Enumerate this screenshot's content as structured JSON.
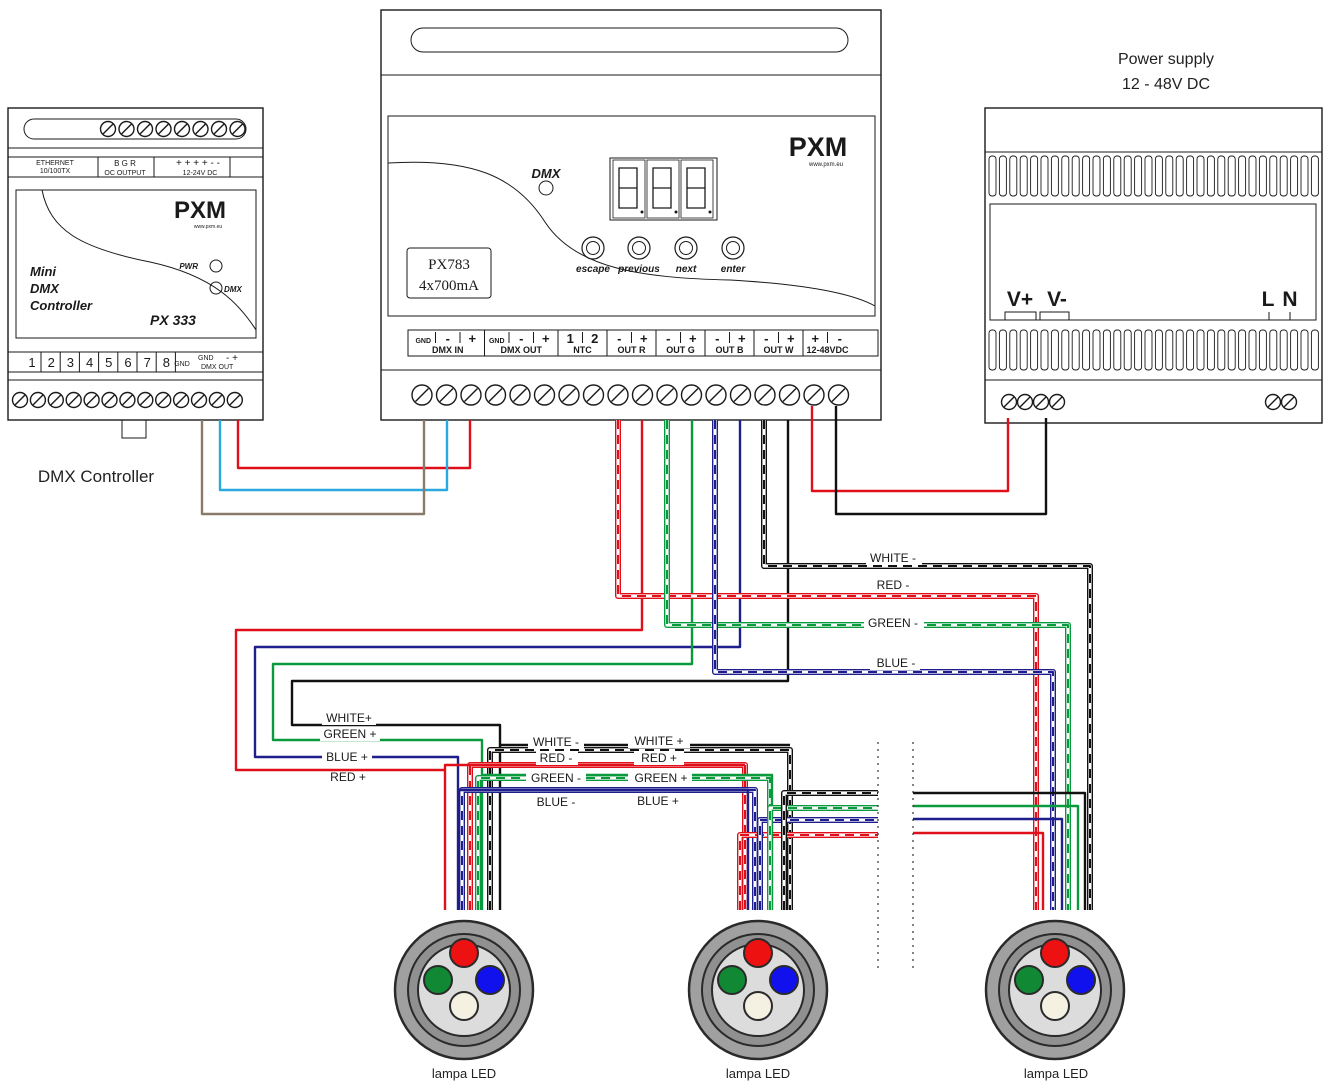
{
  "labels": {
    "power_supply": "Power supply",
    "power_range": "12 - 48V DC",
    "dmx_controller": "DMX Controller",
    "lamp": "lampa LED"
  },
  "small_controller": {
    "brand": "PXM",
    "brand_url": "www.pxm.eu",
    "title_lines": [
      "Mini",
      "DMX",
      "Controller"
    ],
    "model": "PX 333",
    "pwr": "PWR",
    "dmx": "DMX",
    "top_labels": {
      "ethernet": "ETHERNET",
      "ethernet_speed": "10/100TX",
      "bgr": "B  G  R",
      "oc_output": "OC OUTPUT",
      "power_range": "12-24V DC"
    },
    "bottom_labels": [
      "1",
      "2",
      "3",
      "4",
      "5",
      "6",
      "7",
      "8",
      "GND"
    ],
    "dmx_out_label": "DMX OUT"
  },
  "driver": {
    "brand": "PXM",
    "brand_url": "www.pxm.eu",
    "dmx_label": "DMX",
    "model": "PX783",
    "spec": "4x700mA",
    "buttons": [
      "escape",
      "previous",
      "next",
      "enter"
    ],
    "terminal_groups": [
      {
        "pins": [
          "GND",
          "-",
          "+"
        ],
        "name": "DMX IN"
      },
      {
        "pins": [
          "GND",
          "-",
          "+"
        ],
        "name": "DMX OUT"
      },
      {
        "pins": [
          "1",
          "2"
        ],
        "name": "NTC"
      },
      {
        "pins": [
          "-",
          "+"
        ],
        "name": "OUT R"
      },
      {
        "pins": [
          "-",
          "+"
        ],
        "name": "OUT G"
      },
      {
        "pins": [
          "-",
          "+"
        ],
        "name": "OUT B"
      },
      {
        "pins": [
          "-",
          "+"
        ],
        "name": "OUT W"
      },
      {
        "pins": [
          "+",
          "-"
        ],
        "name": "12-48VDC"
      }
    ]
  },
  "psu": {
    "v_plus": "V+",
    "v_minus": "V-",
    "l": "L",
    "n": "N"
  },
  "wire_labels": {
    "white_minus": "WHITE -",
    "red_minus": "RED -",
    "green_minus": "GREEN -",
    "blue_minus": "BLUE -",
    "white_plus": "WHITE+",
    "green_plus": "GREEN +",
    "blue_plus": "BLUE +",
    "red_plus": "RED +",
    "white_plus_2": "WHITE +",
    "red_plus_2": "RED +",
    "green_plus_2": "GREEN +",
    "blue_plus_2": "BLUE +"
  },
  "colors": {
    "red": "#e0101a",
    "green": "#0a9a3e",
    "blue": "#1e1e8c",
    "black": "#111111",
    "cyan": "#2aa8e0",
    "brown": "#8a7a6a",
    "lamp_red": "#ee1111",
    "lamp_green": "#118833",
    "lamp_blue": "#1111ee",
    "lamp_white": "#f4f0e2"
  }
}
